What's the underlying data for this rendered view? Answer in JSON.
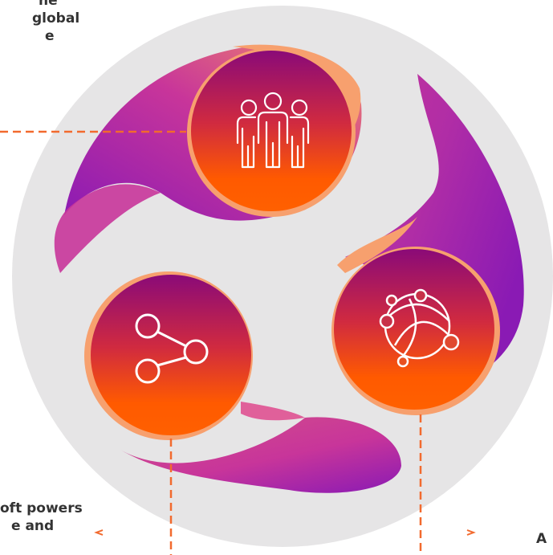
{
  "colors": {
    "background_circle": "#e6e5e6",
    "ribbon_purple": "#8a1ab4",
    "ribbon_magenta": "#c8359a",
    "ribbon_peach": "#f7a06e",
    "node_top": "#8a0a78",
    "node_bottom": "#ff5a00",
    "connector": "#f26a2e",
    "text": "#333333"
  },
  "labels": {
    "top_left": [
      "he",
      "global",
      "e"
    ],
    "bottom_left": [
      "oft powers",
      "e and"
    ],
    "bottom_right": [
      "A"
    ]
  },
  "nodes": [
    {
      "icon": "people-icon"
    },
    {
      "icon": "share-icon"
    },
    {
      "icon": "network-globe-icon"
    }
  ]
}
